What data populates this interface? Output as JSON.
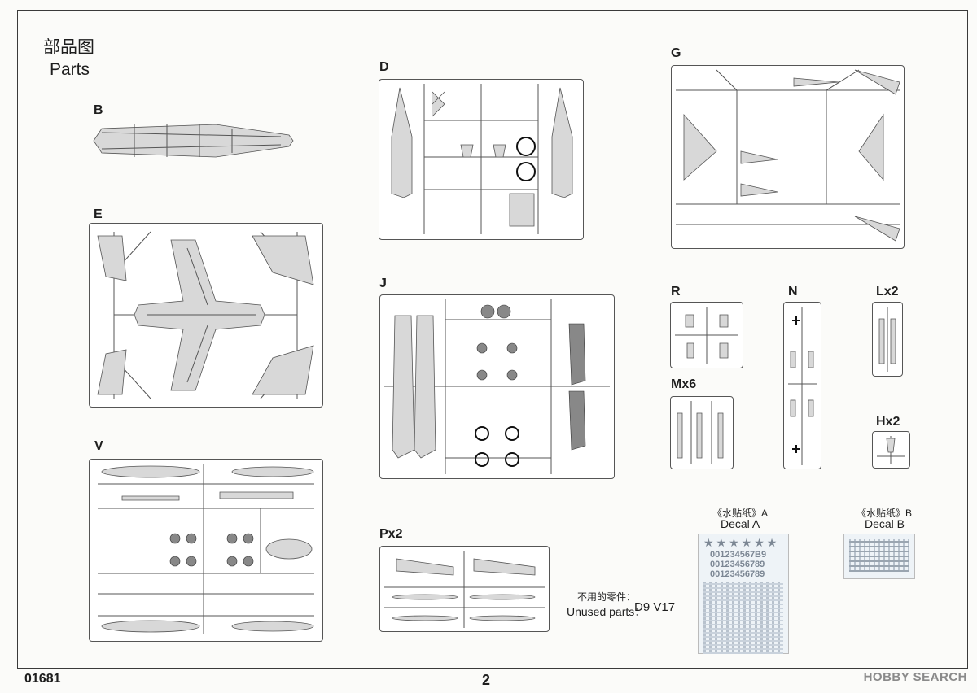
{
  "header": {
    "title_cn": "部品图",
    "title_en": "Parts"
  },
  "sprues": {
    "B": "B",
    "E": "E",
    "V": "V",
    "D": "D",
    "J": "J",
    "Px2": "Px2",
    "G": "G",
    "R": "R",
    "N": "N",
    "Lx2": "Lx2",
    "Mx6": "Mx6",
    "Hx2": "Hx2"
  },
  "decals": {
    "a_cn": "《水贴纸》A",
    "a_en": "Decal A",
    "b_cn": "《水贴纸》B",
    "b_en": "Decal B",
    "a_rows": [
      "001234567B9",
      "00123456789",
      "00123456789"
    ]
  },
  "unused": {
    "label_cn": "不用的零件：",
    "label_en": "Unused parts：",
    "parts": "D9 V17"
  },
  "footer": {
    "code": "01681",
    "page": "2",
    "watermark": "HOBBY SEARCH"
  }
}
